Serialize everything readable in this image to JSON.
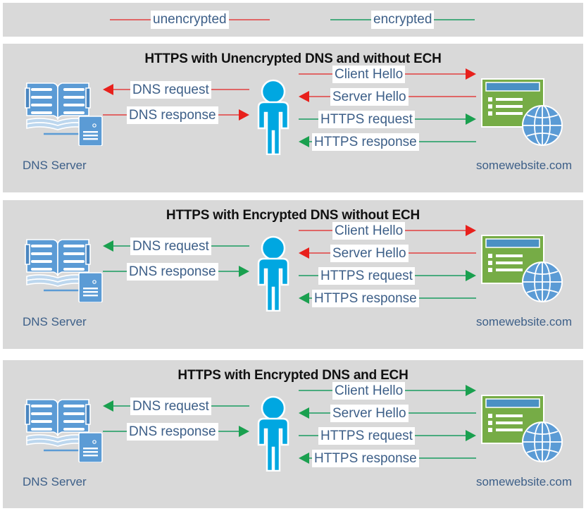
{
  "legend": {
    "unencrypted_label": "unencrypted",
    "encrypted_label": "encrypted",
    "unencrypted_color": "#e06666",
    "encrypted_color": "#49ab7e"
  },
  "labels": {
    "dns_server": "DNS Server",
    "website": "somewebsite.com",
    "dns_request": "DNS request",
    "dns_response": "DNS response",
    "client_hello": "Client Hello",
    "server_hello": "Server Hello",
    "https_request": "HTTPS request",
    "https_response": "HTTPS response"
  },
  "panels": [
    {
      "title": "HTTPS with Unencrypted DNS and without ECH",
      "dns_server_caption": "DNS Server",
      "website_caption": "somewebsite.com",
      "flows": {
        "dns_request": {
          "label": "DNS request",
          "direction": "left",
          "encryption": "unencrypted"
        },
        "dns_response": {
          "label": "DNS response",
          "direction": "right",
          "encryption": "unencrypted"
        },
        "client_hello": {
          "label": "Client Hello",
          "direction": "right",
          "encryption": "unencrypted"
        },
        "server_hello": {
          "label": "Server Hello",
          "direction": "left",
          "encryption": "unencrypted"
        },
        "https_request": {
          "label": "HTTPS request",
          "direction": "right",
          "encryption": "encrypted"
        },
        "https_response": {
          "label": "HTTPS response",
          "direction": "left",
          "encryption": "encrypted"
        }
      }
    },
    {
      "title": "HTTPS with Encrypted DNS without ECH",
      "dns_server_caption": "DNS Server",
      "website_caption": "somewebsite.com",
      "flows": {
        "dns_request": {
          "label": "DNS request",
          "direction": "left",
          "encryption": "encrypted"
        },
        "dns_response": {
          "label": "DNS response",
          "direction": "right",
          "encryption": "encrypted"
        },
        "client_hello": {
          "label": "Client Hello",
          "direction": "right",
          "encryption": "unencrypted"
        },
        "server_hello": {
          "label": "Server Hello",
          "direction": "left",
          "encryption": "unencrypted"
        },
        "https_request": {
          "label": "HTTPS request",
          "direction": "right",
          "encryption": "encrypted"
        },
        "https_response": {
          "label": "HTTPS response",
          "direction": "left",
          "encryption": "encrypted"
        }
      }
    },
    {
      "title": "HTTPS with Encrypted DNS and ECH",
      "dns_server_caption": "DNS Server",
      "website_caption": "somewebsite.com",
      "flows": {
        "dns_request": {
          "label": "DNS request",
          "direction": "left",
          "encryption": "encrypted"
        },
        "dns_response": {
          "label": "DNS response",
          "direction": "right",
          "encryption": "encrypted"
        },
        "client_hello": {
          "label": "Client Hello",
          "direction": "right",
          "encryption": "encrypted"
        },
        "server_hello": {
          "label": "Server Hello",
          "direction": "left",
          "encryption": "encrypted"
        },
        "https_request": {
          "label": "HTTPS request",
          "direction": "right",
          "encryption": "encrypted"
        },
        "https_response": {
          "label": "HTTPS response",
          "direction": "left",
          "encryption": "encrypted"
        }
      }
    }
  ],
  "colors": {
    "panel_background": "#d9d9d9",
    "text_blue": "#3d5f88",
    "person_blue": "#00a7e1",
    "website_green": "#76ac46",
    "title_bar_blue": "#4a90c4",
    "globe_blue": "#5b9bd5",
    "arrow_red": "#e8201c",
    "arrow_green": "#1aa04f",
    "line_red": "#e06666",
    "line_green": "#49ab7e"
  }
}
